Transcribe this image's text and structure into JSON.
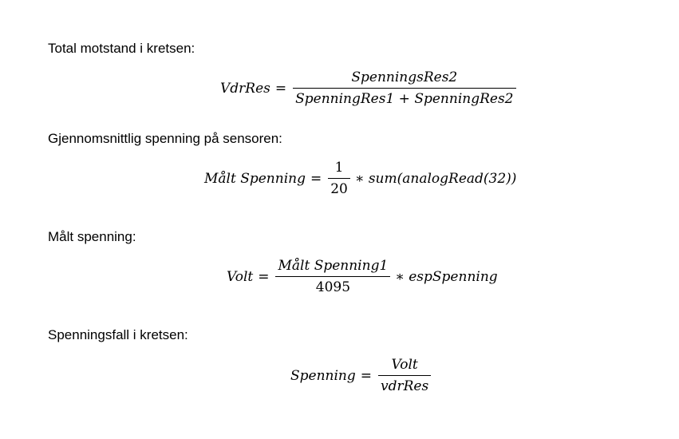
{
  "sections": [
    {
      "heading": "Total motstand i kretsen:",
      "lhs": "VdrRes",
      "eq": "=",
      "numerator": "SpenningsRes2",
      "denominator": "SpenningRes1 + SpenningRes2"
    },
    {
      "heading": "Gjennomsnittlig spenning på sensoren:",
      "lhs": "Målt Spenning",
      "eq": "=",
      "numerator": "1",
      "denominator": "20",
      "rhs": "∗ sum(analogRead(32))"
    },
    {
      "heading": "Målt spenning:",
      "lhs": "Volt",
      "eq": "=",
      "numerator": "Målt Spenning1",
      "denominator": "4095",
      "rhs": "∗ espSpenning"
    },
    {
      "heading": "Spenningsfall i kretsen:",
      "lhs": "Spenning",
      "eq": "=",
      "numerator": "Volt",
      "denominator": "vdrRes"
    }
  ]
}
